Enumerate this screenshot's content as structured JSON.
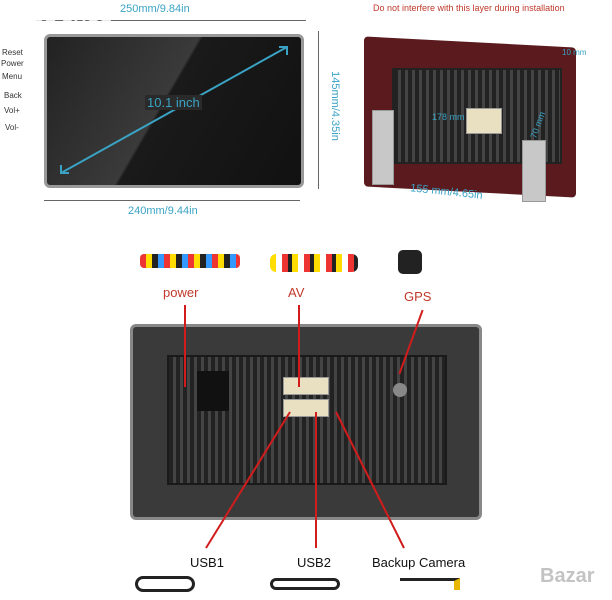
{
  "watermark": "TOP SHOP",
  "front": {
    "top_width": "250mm/9.84in",
    "bottom_width": "240mm/9.44in",
    "height": "145mm/4.35in",
    "diagonal": "10.1 inch",
    "side_buttons": [
      "Reset",
      "Power",
      "Menu",
      "Back",
      "Vol+",
      "Vol-"
    ]
  },
  "back": {
    "warning": "Do not interfere with this layer during installation",
    "thickness": "10 mm",
    "inner_width": "178 mm",
    "inner_height": "70 mm",
    "depth": "155 mm/4.65in"
  },
  "connectors": {
    "power": "power",
    "av": "AV",
    "gps": "GPS",
    "usb1": "USB1",
    "usb2": "USB2",
    "camera": "Backup Camera"
  },
  "brand_watermark": "Bazar"
}
